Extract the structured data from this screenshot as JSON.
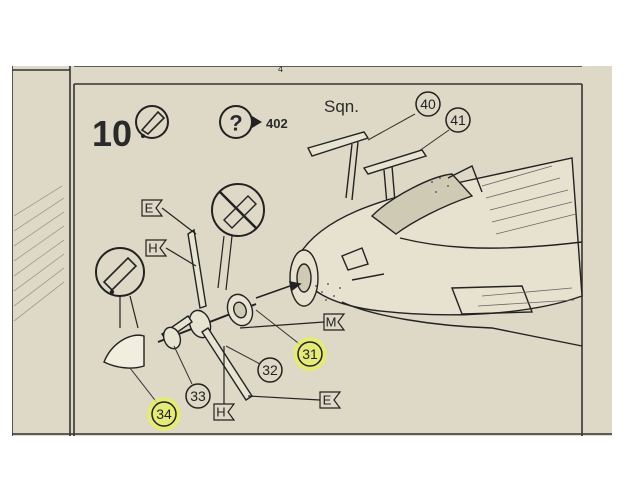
{
  "step": {
    "number": "10",
    "reference_number": "402",
    "help_symbol": "?",
    "glue_icon": "glue-tube-icon",
    "no_glue_icon": "no-glue-icon",
    "paint_icon": "paint-tube-icon"
  },
  "labels": {
    "sqn": "Sqn.",
    "top_left_mark": "4"
  },
  "parts": {
    "p40": "40",
    "p41": "41",
    "p31": "31",
    "p32": "32",
    "p33": "33",
    "p34": "34"
  },
  "highlighted_parts": [
    "31",
    "34"
  ],
  "color_tags": {
    "tag_e_upper": "E",
    "tag_h_upper": "H",
    "tag_m": "M",
    "tag_e_lower": "E",
    "tag_h_lower": "H"
  },
  "colors": {
    "paper": "#ddd9c6",
    "ink": "#2a2a2a",
    "highlight": "#e8ec6a"
  }
}
